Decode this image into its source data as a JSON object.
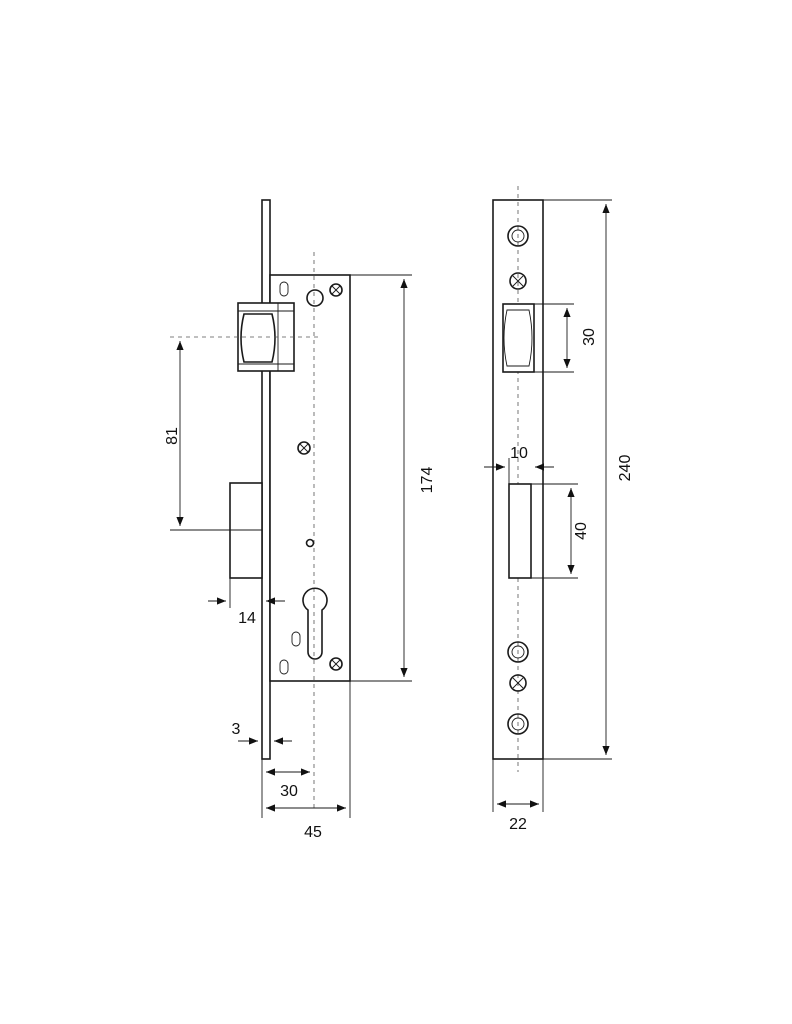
{
  "dimensions": {
    "height_174": "174",
    "spacing_81": "81",
    "latch_14": "14",
    "faceplate_3": "3",
    "backset_30": "30",
    "depth_45": "45",
    "total_240": "240",
    "latch_30": "30",
    "bolt_offset_10": "10",
    "bolt_40": "40",
    "width_22": "22"
  }
}
